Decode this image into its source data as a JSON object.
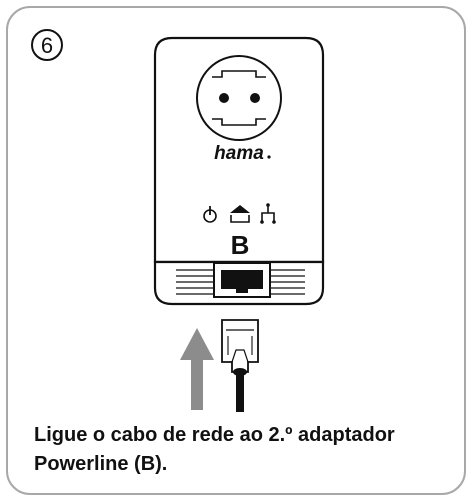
{
  "step": {
    "number": "6",
    "symbol": "⑥"
  },
  "device": {
    "brand": "hama",
    "port_label": "B",
    "indicators": [
      "power-icon",
      "home-powerline-icon",
      "network-icon"
    ]
  },
  "instruction": {
    "line1": "Ligue o cabo de rede ao 2.º adaptador",
    "line2": "Powerline (B)."
  },
  "colors": {
    "border": "#a8a8a8",
    "ink": "#111111",
    "arrow": "#8c8c8c"
  }
}
